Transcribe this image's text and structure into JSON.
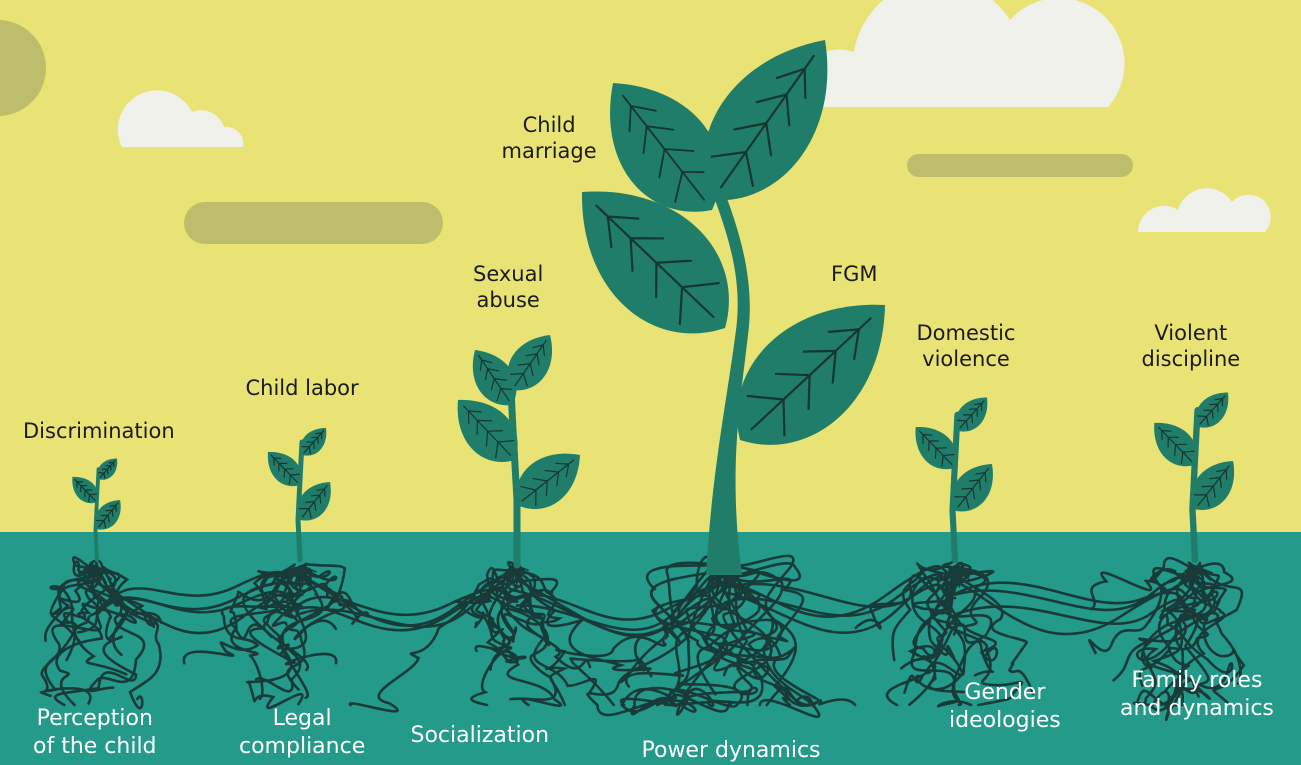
{
  "colors": {
    "sky": "#e8e374",
    "ground": "#239a8a",
    "plant": "#1f7d69",
    "leaf_vein": "#16362f",
    "root": "#183b39",
    "cloud": "#f1f1ec",
    "sky_bar": "#bdbd6c"
  },
  "manifestations": [
    {
      "id": "discrimination",
      "lines": [
        "Discrimination"
      ]
    },
    {
      "id": "child-labor",
      "lines": [
        "Child labor"
      ]
    },
    {
      "id": "sexual-abuse",
      "lines": [
        "Sexual",
        "abuse"
      ]
    },
    {
      "id": "child-marriage",
      "lines": [
        "Child",
        "marriage"
      ]
    },
    {
      "id": "fgm",
      "lines": [
        "FGM"
      ]
    },
    {
      "id": "domestic-violence",
      "lines": [
        "Domestic",
        "violence"
      ]
    },
    {
      "id": "violent-discipline",
      "lines": [
        "Violent",
        "discipline"
      ]
    }
  ],
  "root_causes": [
    {
      "id": "perception-of-the-child",
      "lines": [
        "Perception",
        "of the child"
      ]
    },
    {
      "id": "legal-compliance",
      "lines": [
        "Legal",
        "compliance"
      ]
    },
    {
      "id": "socialization",
      "lines": [
        "Socialization"
      ]
    },
    {
      "id": "power-dynamics",
      "lines": [
        "Power dynamics"
      ]
    },
    {
      "id": "gender-ideologies",
      "lines": [
        "Gender",
        "ideologies"
      ]
    },
    {
      "id": "family-roles-and-dynamics",
      "lines": [
        "Family roles",
        "and dynamics"
      ]
    }
  ]
}
